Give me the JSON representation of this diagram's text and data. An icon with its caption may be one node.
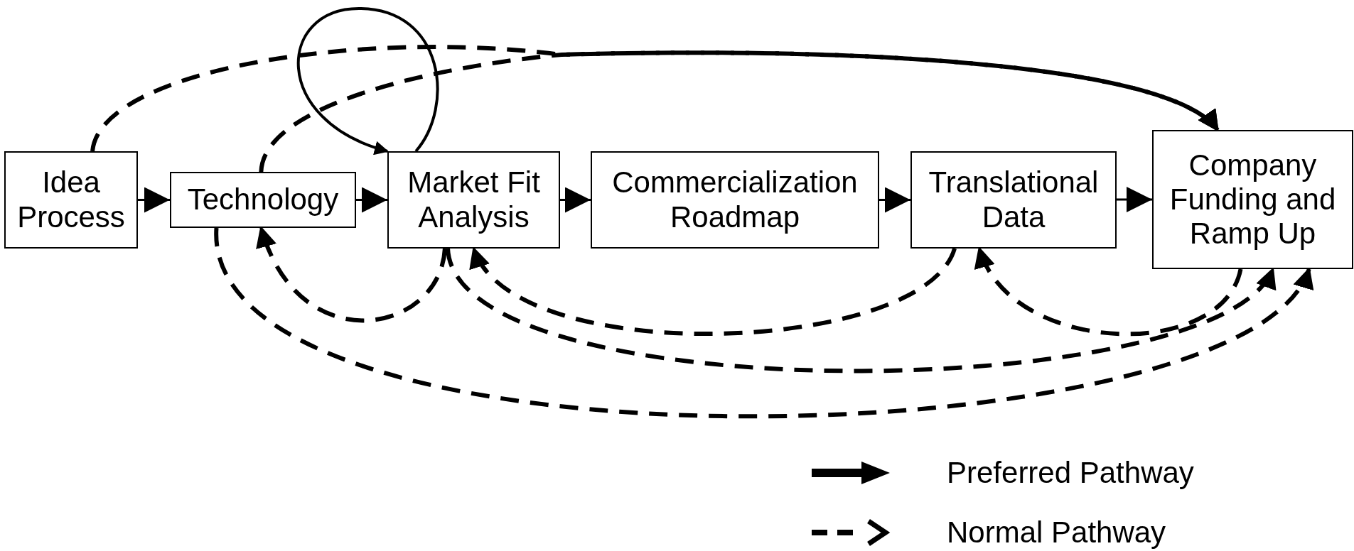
{
  "diagram": {
    "nodes": [
      {
        "text": [
          "Idea Process"
        ]
      },
      {
        "text": [
          "Technology"
        ]
      },
      {
        "text": [
          "Market Fit Analysis"
        ]
      },
      {
        "text": [
          "Commercialization Roadmap"
        ]
      },
      {
        "text": [
          "Translational Data"
        ]
      },
      {
        "text": [
          "Company Funding and Ramp Up"
        ]
      }
    ],
    "edges": [
      {
        "from": 0,
        "to": 1,
        "arrow": "to"
      },
      {
        "from": 1,
        "to": 2,
        "arrow": "to"
      },
      {
        "from": 2,
        "to": 3,
        "arrow": "to"
      },
      {
        "from": 3,
        "to": 4,
        "arrow": "to"
      },
      {
        "from": 4,
        "to": 5,
        "arrow": "to"
      },
      {
        "from": 2,
        "to": 2,
        "arrow": "to"
      },
      {
        "from": 0,
        "to": 5,
        "arrow": "to",
        "style": "dashed"
      },
      {
        "from": 1,
        "to": 5,
        "arrow": "to",
        "style": "dashed"
      },
      {
        "from": 2,
        "to": 1,
        "arrow": "to",
        "style": "dashed"
      },
      {
        "from": 4,
        "to": 2,
        "arrow": "to",
        "style": "dashed"
      },
      {
        "from": 5,
        "to": 4,
        "arrow": "to",
        "style": "dashed"
      },
      {
        "from": 2,
        "to": 5,
        "arrow": "to",
        "style": "dashed"
      },
      {
        "from": 1,
        "to": 5,
        "arrow": "to",
        "style": "dashed"
      }
    ],
    "legend": [
      {
        "text": "Preferred Pathway"
      },
      {
        "text": "Normal Pathway"
      }
    ]
  }
}
